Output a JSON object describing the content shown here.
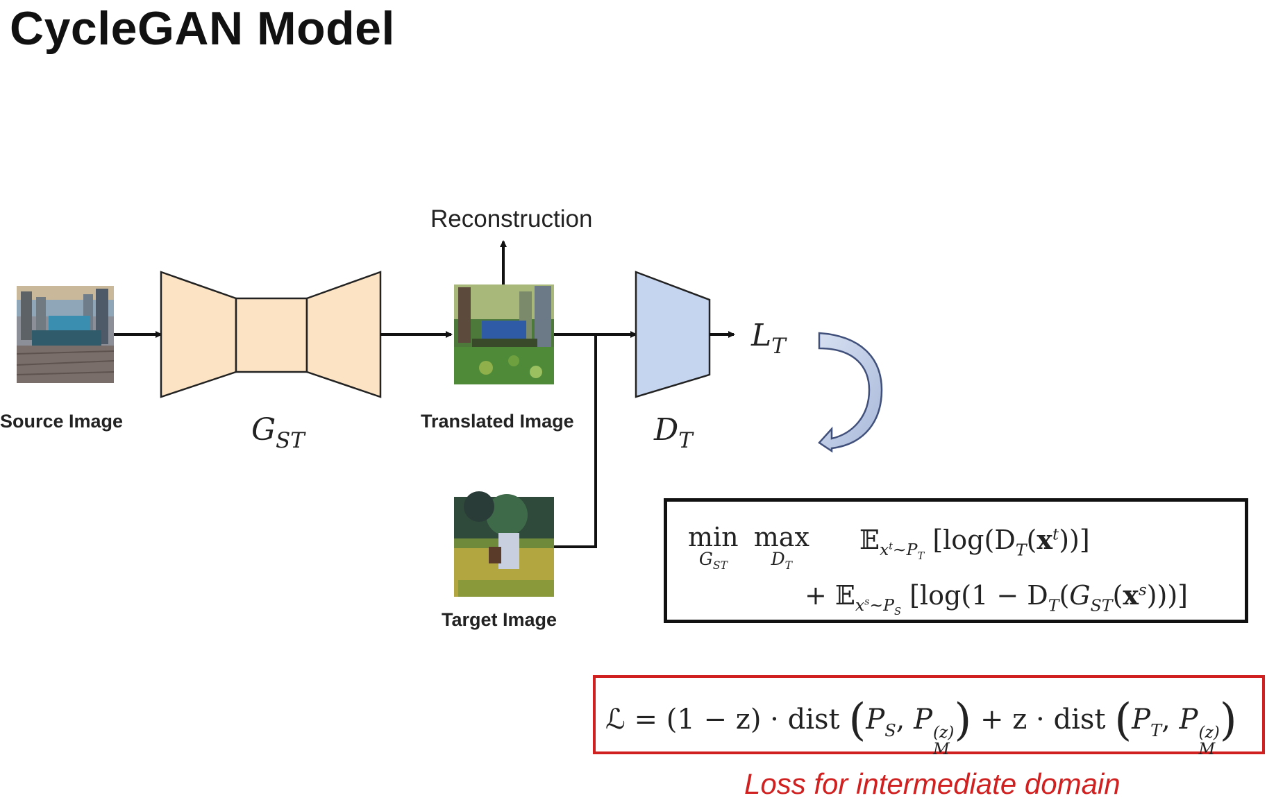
{
  "title": "CycleGAN Model",
  "labels": {
    "source_image": "Source Image",
    "translated_image": "Translated Image",
    "target_image": "Target Image",
    "reconstruction": "Reconstruction",
    "generator": "G",
    "generator_sub": "ST",
    "discriminator": "D",
    "discriminator_sub": "T",
    "loss": "L",
    "loss_sub": "T"
  },
  "adversarial_objective": {
    "line1_min": "min",
    "line1_min_under": "G",
    "line1_min_under_sub": "ST",
    "line1_max": "max",
    "line1_max_under": "D",
    "line1_max_under_sub": "T",
    "line1_expr": "𝔼",
    "line1_expr_rest": "[log(D",
    "line2_prefix": "+ 𝔼",
    "line2_rest": "[log(1 − D"
  },
  "intermediate_loss": {
    "lhs": "ℒ",
    "eq": "= (1 − z) · dist",
    "plus": "+ z · dist",
    "caption": "Loss for intermediate domain"
  },
  "colors": {
    "generator_fill": "#fbe3c4",
    "discriminator_fill": "#c6d5ef",
    "curved_arrow_fill": "#c3cfe6",
    "loss_border": "#d02020",
    "loss_caption": "#d02020"
  }
}
